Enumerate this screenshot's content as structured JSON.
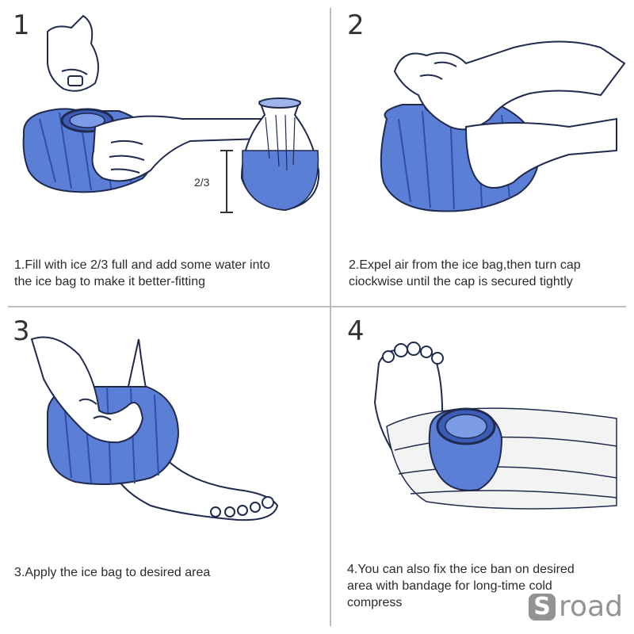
{
  "steps": [
    {
      "number": "1",
      "caption": "1.Fill with ice 2/3 full and add some water into\nthe ice bag to make it better-fitting",
      "fill_label": "2/3",
      "fill_level": 0.667
    },
    {
      "number": "2",
      "caption": "2.Expel air from the ice bag,then turn cap\nciockwise until the cap is secured tightly"
    },
    {
      "number": "3",
      "caption": "3.Apply the ice bag to desired area"
    },
    {
      "number": "4",
      "caption": "4.You can also fix the ice ban on desired\narea with bandage for long-time cold\ncompress"
    }
  ],
  "watermark": {
    "letter": "S",
    "text": "road"
  },
  "colors": {
    "bag_blue": "#5b7fd6",
    "bag_dark": "#2f4fa8",
    "outline": "#1f2a4d",
    "divider": "#bdbdbd",
    "bandage": "#f3f3f3"
  }
}
